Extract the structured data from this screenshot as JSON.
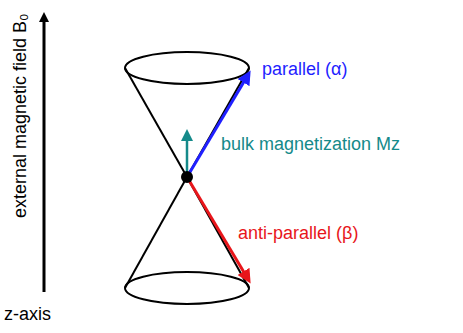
{
  "diagram": {
    "labels": [
      "external magnetic field B₀",
      "parallel (α)",
      "bulk magnetization Mz",
      "anti-parallel (β)",
      "z-axis"
    ]
  }
}
